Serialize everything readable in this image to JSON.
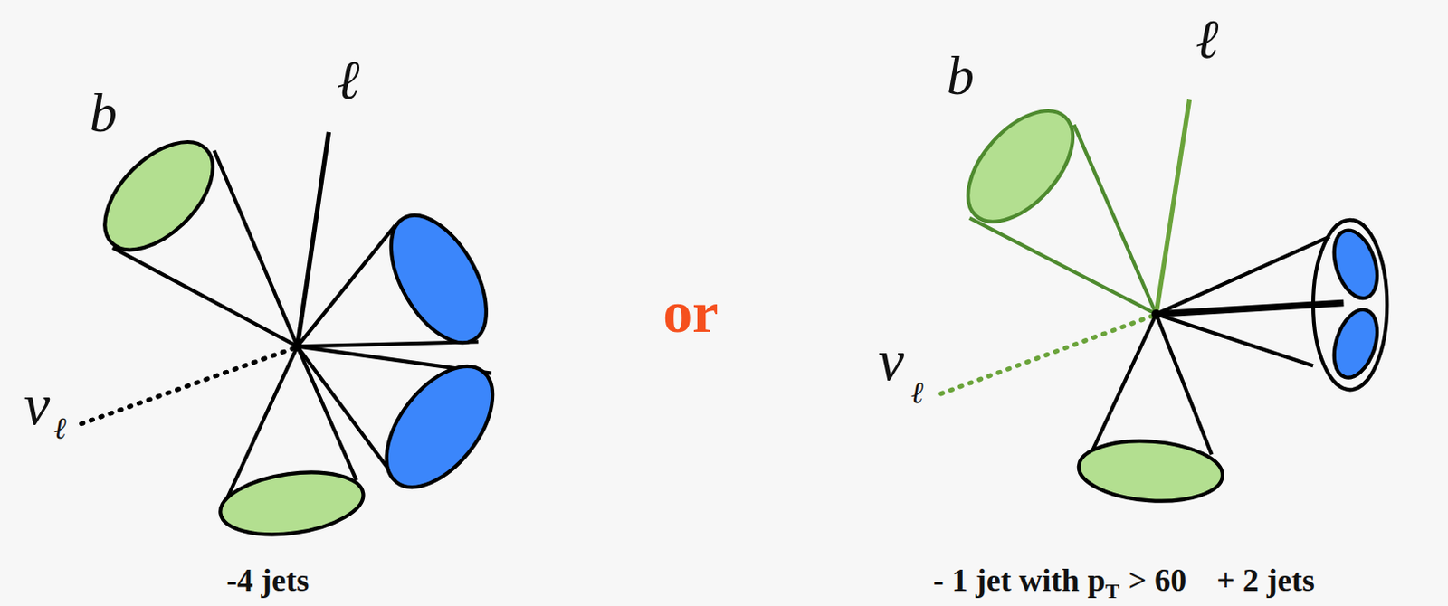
{
  "diagram": {
    "labels": [
      "b",
      "ℓ",
      "ν",
      "ℓ",
      "-4 jets",
      "or",
      "b",
      "ℓ",
      "ν",
      "ℓ",
      "- 1 jet with p",
      "T",
      "> 60",
      "+ 2 jets"
    ]
  }
}
